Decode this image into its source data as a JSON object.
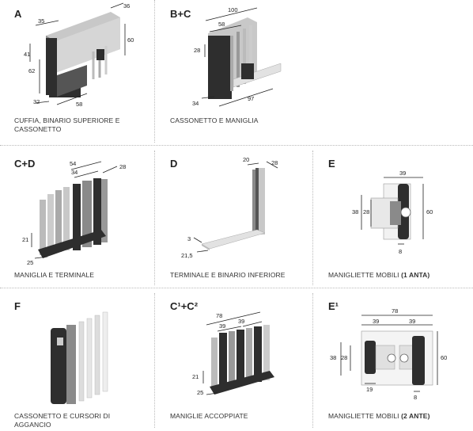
{
  "panels": {
    "a": {
      "letter": "A",
      "caption": "CUFFIA, BINARIO SUPERIORE E CASSONETTO",
      "dims": [
        "35",
        "36",
        "60",
        "41",
        "62",
        "32",
        "58"
      ]
    },
    "bc": {
      "letter": "B+C",
      "caption": "CASSONETTO E MANIGLIA",
      "dims": [
        "100",
        "58",
        "28",
        "34",
        "97"
      ]
    },
    "cd": {
      "letter": "C+D",
      "caption": "MANIGLIA E TERMINALE",
      "dims": [
        "54",
        "34",
        "28",
        "21",
        "25"
      ]
    },
    "d": {
      "letter": "D",
      "caption": "TERMINALE E BINARIO INFERIORE",
      "dims": [
        "20",
        "28",
        "3",
        "21,5"
      ]
    },
    "e": {
      "letter": "E",
      "caption": "MANIGLIETTE MOBILI",
      "caption_bold": "(1 ANTA)",
      "dims": [
        "39",
        "38",
        "28",
        "60",
        "8"
      ]
    },
    "f": {
      "letter": "F",
      "caption": "CASSONETTO E CURSORI DI AGGANCIO",
      "dims": []
    },
    "c2": {
      "letter": "C¹+C²",
      "caption": "MANIGLIE ACCOPPIATE",
      "dims": [
        "78",
        "39",
        "39",
        "21",
        "25"
      ]
    },
    "e1": {
      "letter": "E¹",
      "caption": "MANIGLIETTE MOBILI",
      "caption_bold": "(2 ANTE)",
      "dims": [
        "78",
        "39",
        "39",
        "38",
        "28",
        "60",
        "19",
        "8"
      ]
    }
  },
  "colors": {
    "dark": "#2e2e2e",
    "mid": "#8a8a8a",
    "light": "#c8c8c8",
    "pale": "#e2e2e2"
  }
}
